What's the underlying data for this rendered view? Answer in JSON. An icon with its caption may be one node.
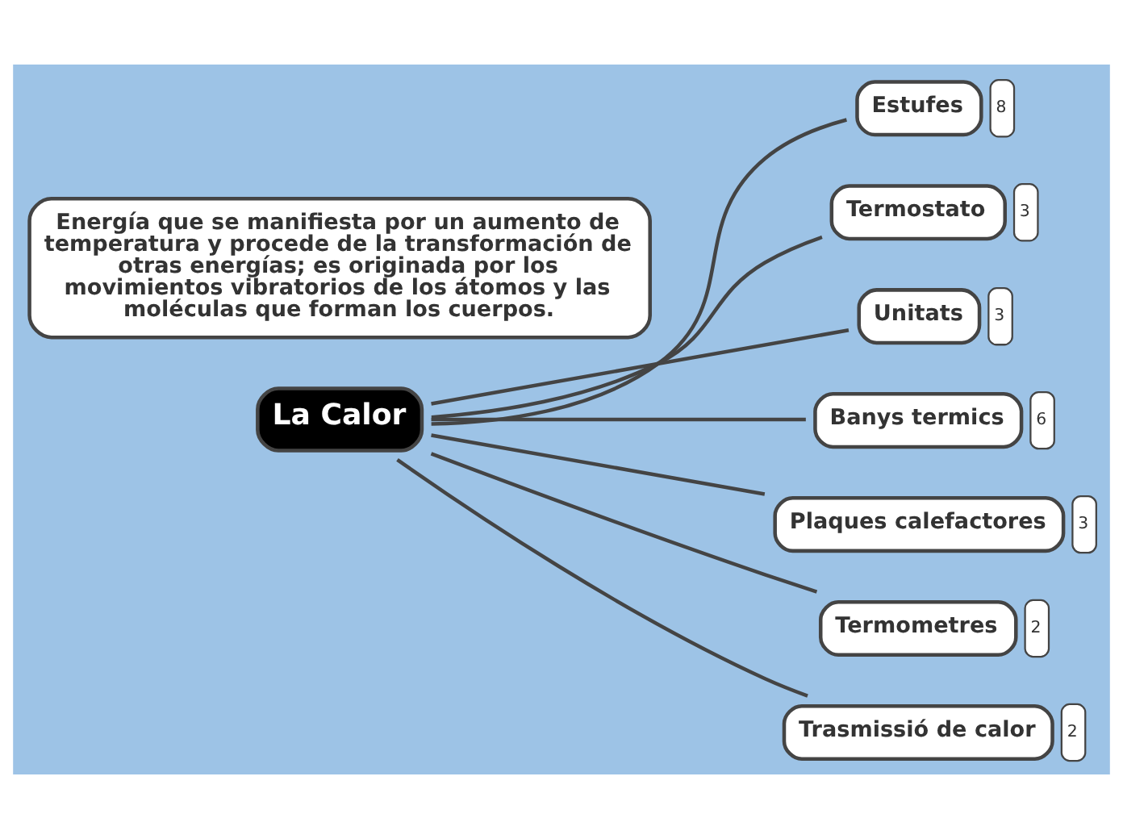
{
  "diagram": {
    "nodes": [
      {
        "text": [
          "La Calor"
        ]
      },
      {
        "text": [
          "Energía que se manifiesta por un aumento de temperatura y procede de la transformación de otras energías; es originada por los movimientos vibratorios de los átomos y las moléculas que forman los cuerpos."
        ]
      },
      {
        "text": [
          "Estufes"
        ],
        "beside": [
          "8"
        ]
      },
      {
        "text": [
          "Termostato"
        ],
        "beside": [
          "3"
        ]
      },
      {
        "text": [
          "Unitats"
        ],
        "beside": [
          "3"
        ]
      },
      {
        "text": [
          "Banys termics"
        ],
        "beside": [
          "6"
        ]
      },
      {
        "text": [
          "Plaques calefactores"
        ],
        "beside": [
          "3"
        ]
      },
      {
        "text": [
          "Termometres"
        ],
        "beside": [
          "2"
        ]
      },
      {
        "text": [
          "Trasmissió de calor"
        ],
        "beside": [
          "2"
        ]
      }
    ],
    "edges": [
      {
        "from": 0,
        "to": 2,
        "arrow": "none"
      },
      {
        "from": 0,
        "to": 3,
        "arrow": "none"
      },
      {
        "from": 0,
        "to": 4,
        "arrow": "none"
      },
      {
        "from": 0,
        "to": 5,
        "arrow": "none"
      },
      {
        "from": 0,
        "to": 6,
        "arrow": "none"
      },
      {
        "from": 0,
        "to": 7,
        "arrow": "none"
      },
      {
        "from": 0,
        "to": 8,
        "arrow": "none"
      }
    ]
  }
}
